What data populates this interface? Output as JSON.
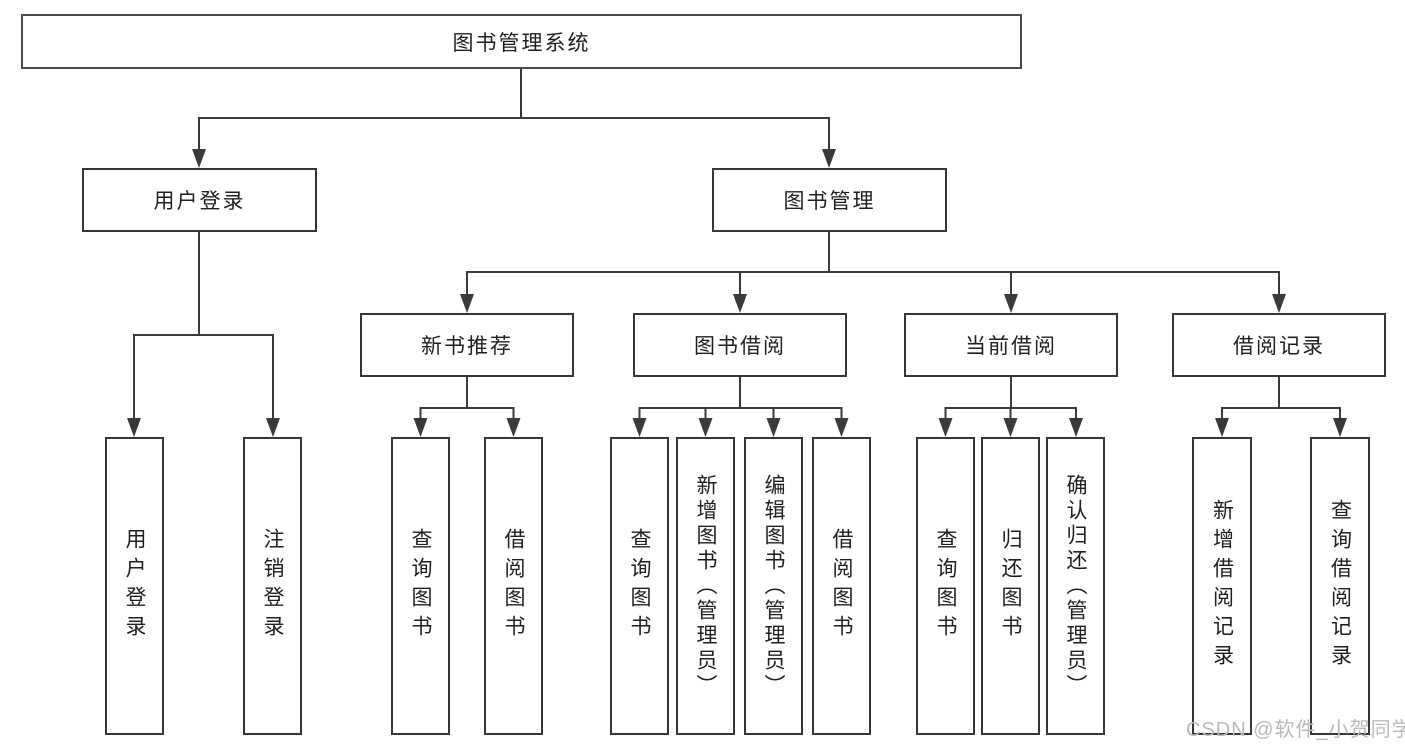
{
  "tree": {
    "label": "图书管理系统",
    "children": [
      {
        "label": "用户登录",
        "children": [
          {
            "label": "用户登录"
          },
          {
            "label": "注销登录"
          }
        ]
      },
      {
        "label": "图书管理",
        "children": [
          {
            "label": "新书推荐",
            "children": [
              {
                "label": "查询图书"
              },
              {
                "label": "借阅图书"
              }
            ]
          },
          {
            "label": "图书借阅",
            "children": [
              {
                "label": "查询图书"
              },
              {
                "label": "新增图书（管理员）"
              },
              {
                "label": "编辑图书（管理员）"
              },
              {
                "label": "借阅图书"
              }
            ]
          },
          {
            "label": "当前借阅",
            "children": [
              {
                "label": "查询图书"
              },
              {
                "label": "归还图书"
              },
              {
                "label": "确认归还（管理员）"
              }
            ]
          },
          {
            "label": "借阅记录",
            "children": [
              {
                "label": "新增借阅记录"
              },
              {
                "label": "查询借阅记录"
              }
            ]
          }
        ]
      }
    ]
  },
  "watermark": {
    "text": "CSDN @软件_小贺同学"
  },
  "colors": {
    "line": "#3a3a3a",
    "box_border": "#363636",
    "text": "#1f1f1f",
    "watermark": "#b9b9b9",
    "background": "#ffffff"
  }
}
